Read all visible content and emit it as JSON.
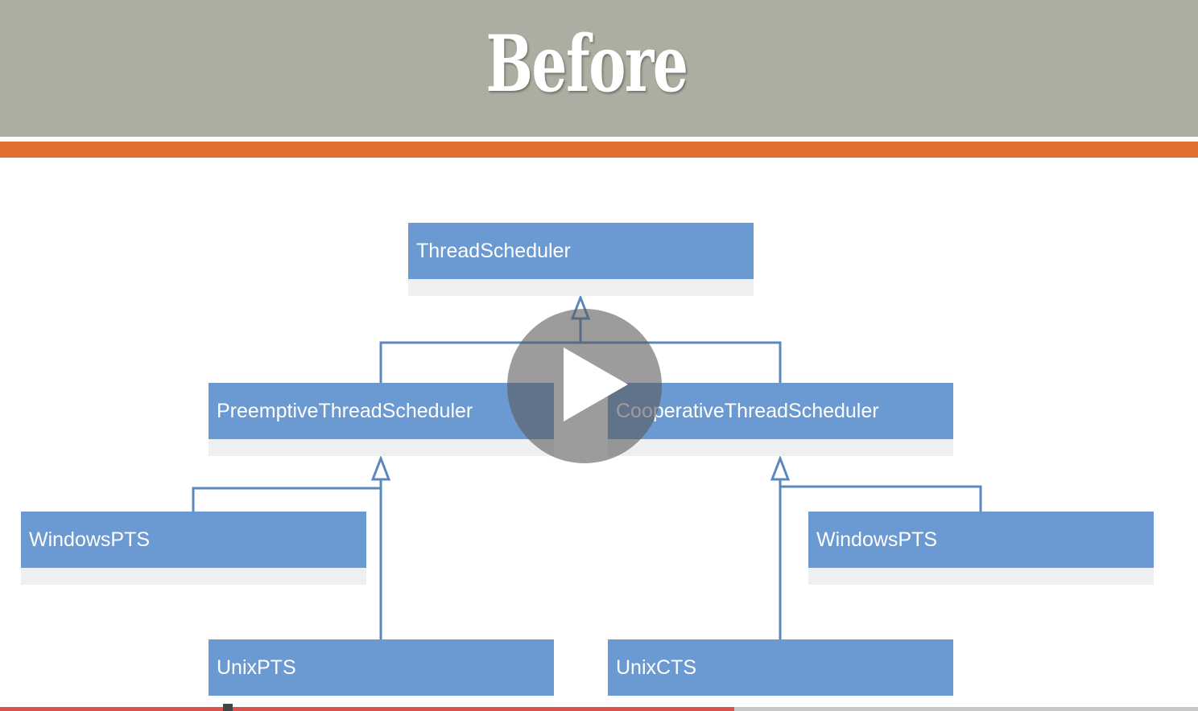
{
  "slide": {
    "title": "Before"
  },
  "diagram": {
    "classes": {
      "thread_scheduler": "ThreadScheduler",
      "preemptive": "PreemptiveThreadScheduler",
      "cooperative": "CooperativeThreadScheduler",
      "windows_pts_left": "WindowsPTS",
      "windows_pts_right": "WindowsPTS",
      "unix_pts": "UnixPTS",
      "unix_cts": "UnixCTS"
    }
  },
  "colors": {
    "header": "#aaafa1",
    "accent": "#e07030",
    "class_box": "#6b99d1",
    "connector": "#5b87bd"
  },
  "video": {
    "play_icon": "play-icon",
    "progress": 0.613
  }
}
